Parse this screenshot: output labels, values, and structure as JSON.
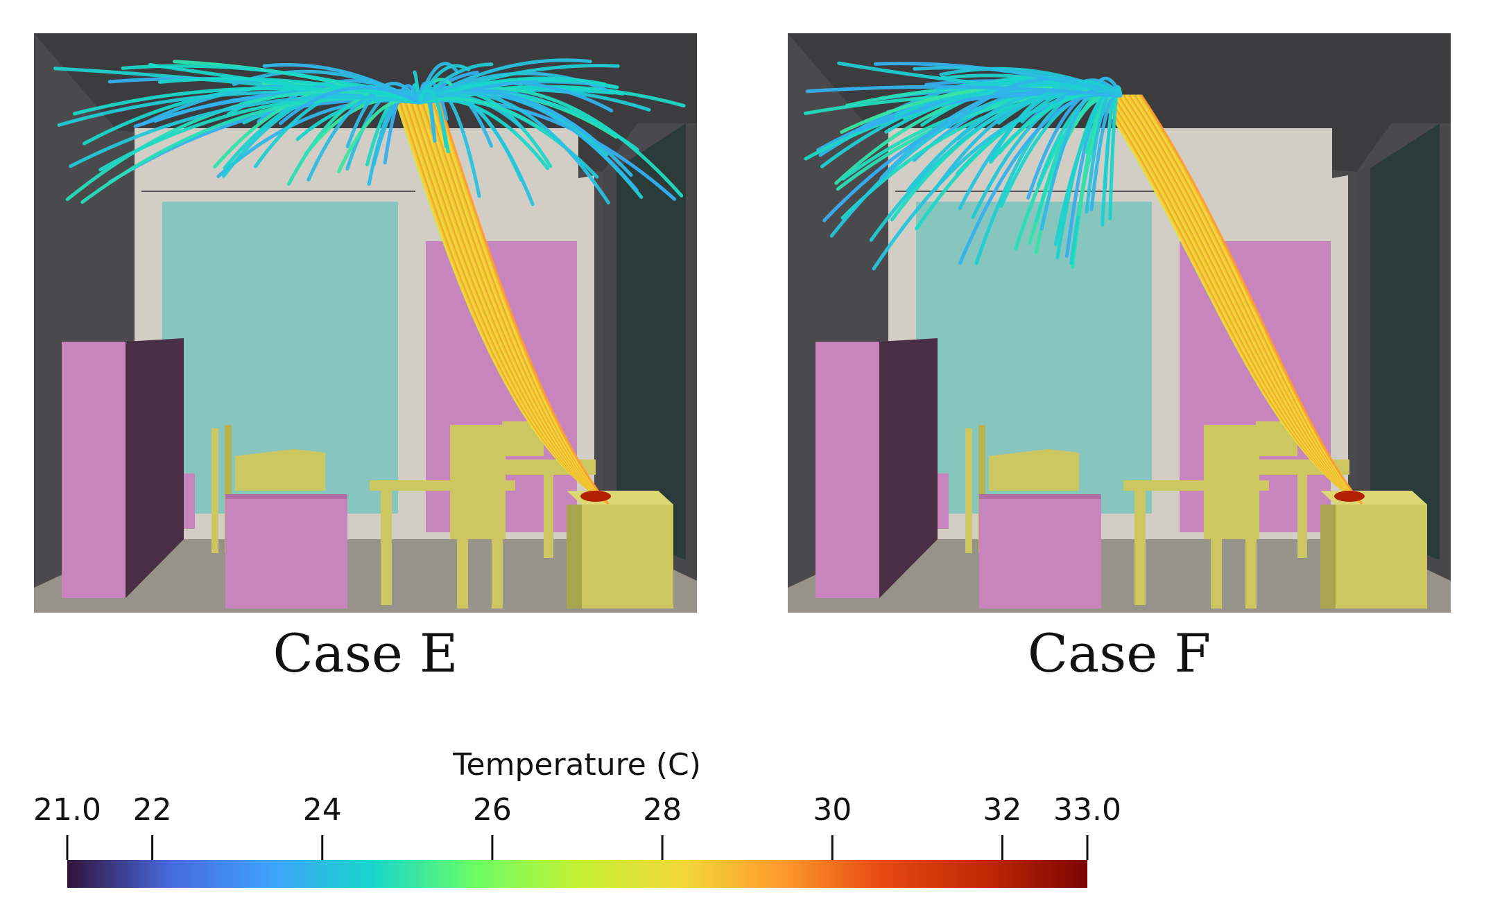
{
  "panels": [
    {
      "id": "case-e",
      "label": "Case E"
    },
    {
      "id": "case-f",
      "label": "Case F"
    }
  ],
  "colorbar": {
    "title": "Temperature (C)",
    "min": 21.0,
    "max": 33.0,
    "ticks": [
      {
        "value": 21.0,
        "label": "21.0"
      },
      {
        "value": 22,
        "label": "22"
      },
      {
        "value": 24,
        "label": "24"
      },
      {
        "value": 26,
        "label": "26"
      },
      {
        "value": 28,
        "label": "28"
      },
      {
        "value": 30,
        "label": "30"
      },
      {
        "value": 32,
        "label": "32"
      },
      {
        "value": 33.0,
        "label": "33.0"
      }
    ],
    "colormap": [
      "#30123b",
      "#4669db",
      "#3fa2fb",
      "#18d6cb",
      "#6bfe64",
      "#c3f034",
      "#f2d93a",
      "#fe9b2d",
      "#e54813",
      "#c02804",
      "#7a0403"
    ]
  },
  "colors": {
    "wall_dark": "#4a4a4c",
    "ceiling": "#3c3c3e",
    "back_wall": "#d2cec6",
    "window": "#87c6be",
    "pink": "#c884bd",
    "pink_side": "#4a2e44",
    "furniture": "#cdc762",
    "floor": "#98938a",
    "door_dark": "#2a3b3a"
  }
}
